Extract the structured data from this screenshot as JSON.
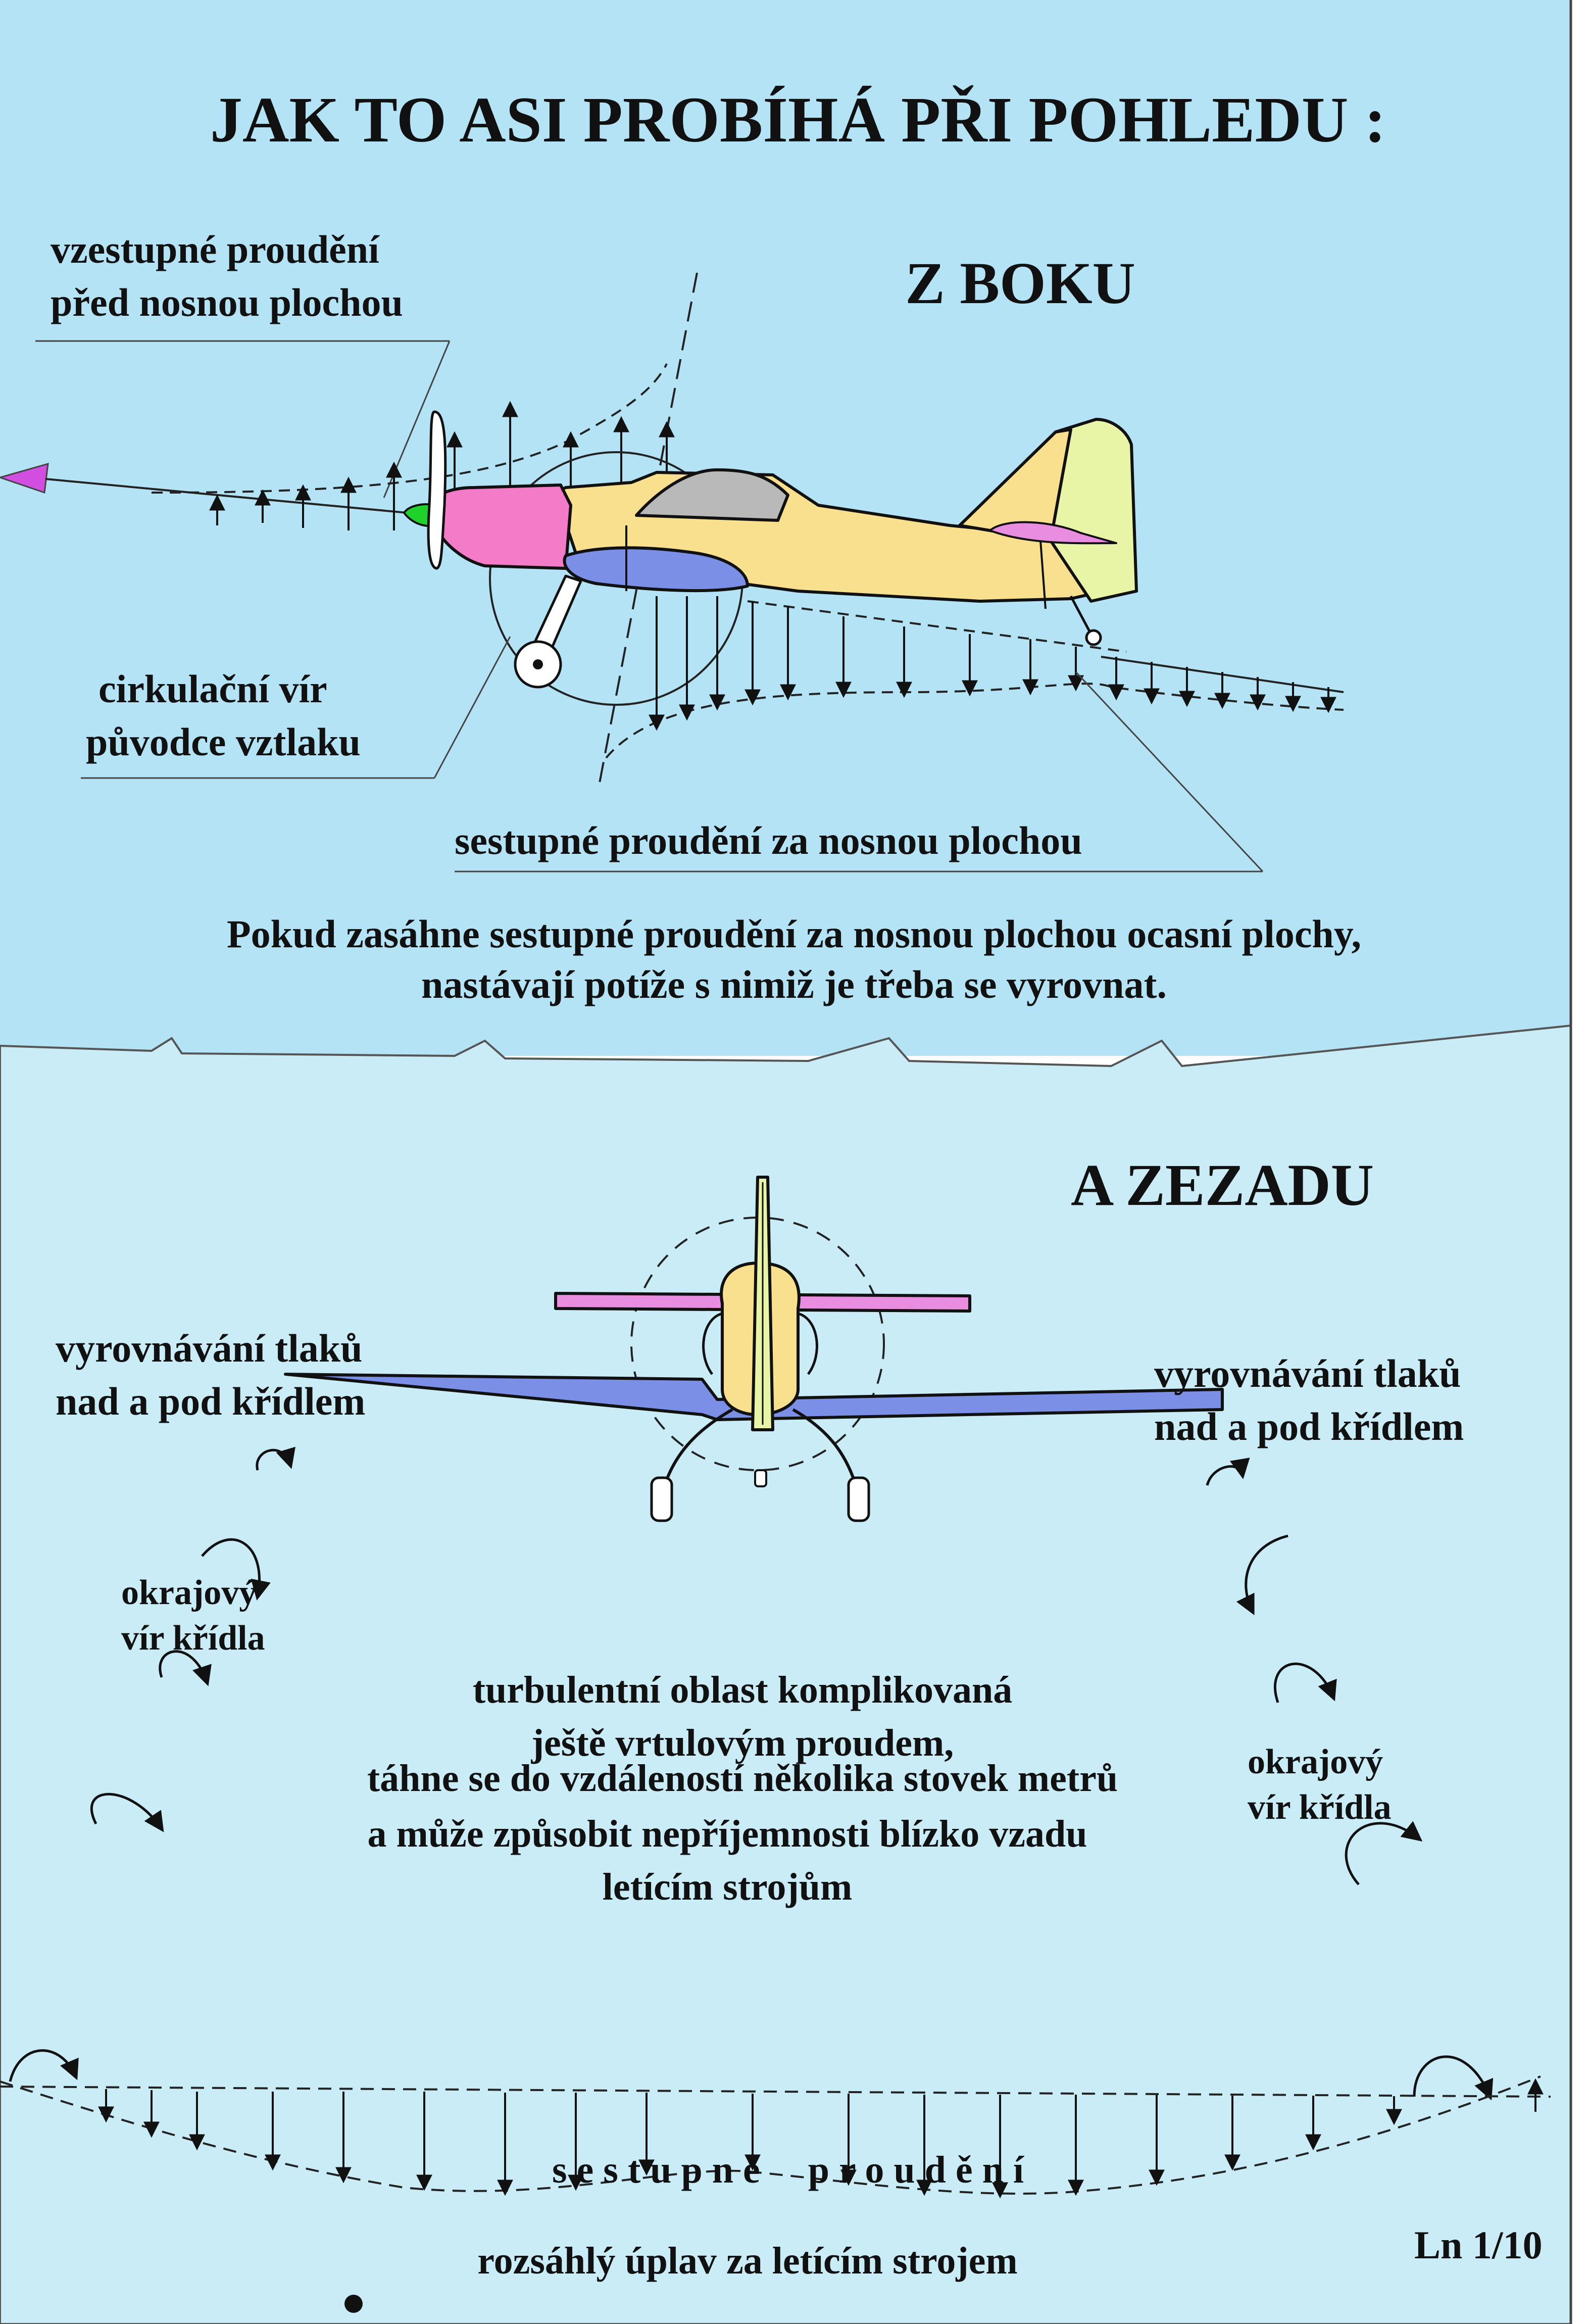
{
  "title": "JAK TO ASI PROBÍHÁ PŘI POHLEDU :",
  "side_view": {
    "heading": "Z BOKU",
    "label_upwash": [
      "vzestupné proudění",
      "před nosnou plochou"
    ],
    "label_vortex": [
      "cirkulační vír",
      "původce vztlaku"
    ],
    "label_downwash": "sestupné proudění za nosnou plochou",
    "note": [
      "Pokud zasáhne sestupné proudění za nosnou plochou ocasní plochy,",
      "nastávají potíže s nimiž je třeba se vyrovnat."
    ]
  },
  "rear_view": {
    "heading": "A ZEZADU",
    "label_pressure_left": [
      "vyrovnávání tlaků",
      "nad a pod křídlem"
    ],
    "label_pressure_right": [
      "vyrovnávání tlaků",
      "nad a pod křídlem"
    ],
    "label_tip_vortex_left": [
      "okrajový",
      "vír křídla"
    ],
    "label_tip_vortex_right": [
      "okrajový",
      "vír křídla"
    ],
    "turbulence_text": [
      "turbulentní oblast komplikovaná",
      "ještě vrtulovým proudem,",
      "táhne se do vzdáleností několika stovek metrů",
      "a může způsobit nepříjemnosti blízko vzadu",
      "letícím strojům"
    ],
    "downwash_spaced": "s e s t u p n é     p r o u d ě n í",
    "wake_label": "rozsáhlý úplav za letícím strojem"
  },
  "page_number": "Ln 1/10",
  "colors": {
    "sky_top": "#b3e3f4",
    "sky_bottom": "#c9ecf7",
    "fuselage": "#f8e08e",
    "cowling": "#f47bc8",
    "spinner": "#1fd22b",
    "wing": "#7b8fe6",
    "canopy": "#b9b9b9",
    "fin": "#e9f5a6",
    "tailplane": "#e88de0",
    "arrow": "#d24ee0"
  }
}
